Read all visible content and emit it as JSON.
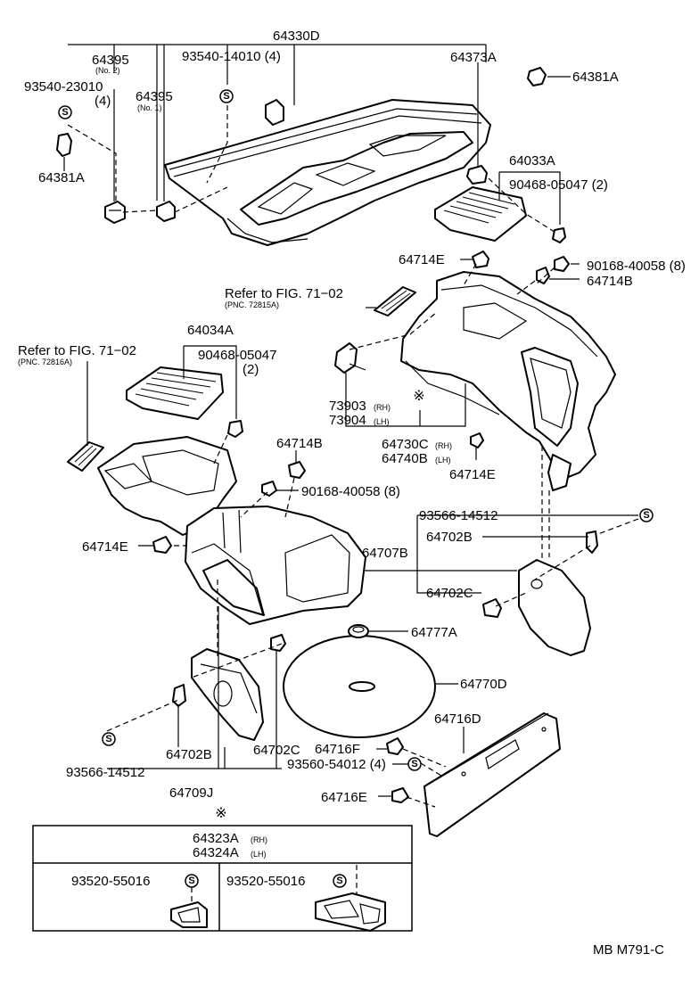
{
  "labels": {
    "p64330D": "64330D",
    "p64395_no2": "64395",
    "p64395_no2_note": "(No. 2)",
    "p93540_23010": "93540-23010",
    "p93540_23010_qty": "(4)",
    "p93540_14010": "93540-14010 (4)",
    "p64395_no1": "64395",
    "p64395_no1_note": "(No. 1)",
    "p64373A": "64373A",
    "p64381A_top": "64381A",
    "p64381A_left": "64381A",
    "p64033A": "64033A",
    "p90468_05047_a": "90468-05047 (2)",
    "p64714E_a": "64714E",
    "p90168_40058_a": "90168-40058 (8)",
    "p64714B_a": "64714B",
    "ref_fig_a": "Refer to FIG. 71−02",
    "ref_pnc_a": "(PNC. 72815A)",
    "ref_fig_b": "Refer to FIG. 71−02",
    "ref_pnc_b": "(PNC. 72816A)",
    "p64034A": "64034A",
    "p90468_05047_b": "90468-05047",
    "p90468_05047_b_qty": "(2)",
    "p73903": "73903",
    "p73903_side": "(RH)",
    "p73904": "73904",
    "p73904_side": "(LH)",
    "p64730C": "64730C",
    "p64730C_side": "(RH)",
    "p64740B": "64740B",
    "p64740B_side": "(LH)",
    "p64714B_b": "64714B",
    "p64714E_b": "64714E",
    "p90168_40058_b": "90168-40058 (8)",
    "p64714E_c": "64714E",
    "p93566_14512_a": "93566-14512",
    "p64702B_a": "64702B",
    "p64707B": "64707B",
    "p64702C_a": "64702C",
    "p64777A": "64777A",
    "p64770D": "64770D",
    "p64716D": "64716D",
    "p64716F": "64716F",
    "p93560_54012": "93560-54012 (4)",
    "p64716E": "64716E",
    "p64702B_b": "64702B",
    "p64702C_b": "64702C",
    "p93566_14512_b": "93566-14512",
    "p64709J": "64709J",
    "box_p64323A": "64323A",
    "box_p64323A_side": "(RH)",
    "box_p64324A": "64324A",
    "box_p64324A_side": "(LH)",
    "box_p93520_left": "93520-55016",
    "box_p93520_right": "93520-55016",
    "s_symbol": "S",
    "diagram_code": "MB M791-C"
  }
}
